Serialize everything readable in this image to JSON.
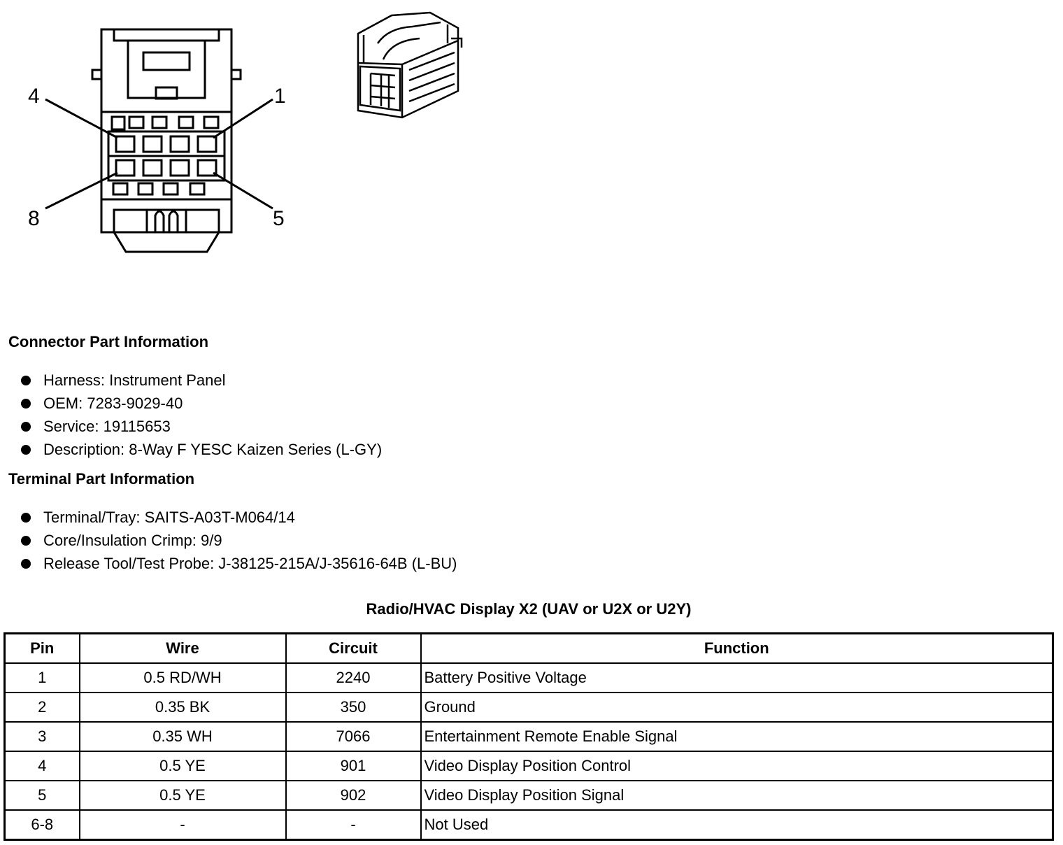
{
  "diagram": {
    "pin_labels": {
      "top_left": "4",
      "top_right": "1",
      "bottom_left": "8",
      "bottom_right": "5"
    }
  },
  "connector_info": {
    "title": "Connector Part Information",
    "items": [
      "Harness: Instrument Panel",
      "OEM: 7283-9029-40",
      "Service: 19115653",
      "Description: 8-Way F YESC Kaizen Series (L-GY)"
    ]
  },
  "terminal_info": {
    "title": "Terminal Part Information",
    "items": [
      "Terminal/Tray: SAITS-A03T-M064/14",
      "Core/Insulation Crimp: 9/9",
      "Release Tool/Test Probe: J-38125-215A/J-35616-64B (L-BU)"
    ]
  },
  "table": {
    "title": "Radio/HVAC Display X2 (UAV or U2X or U2Y)",
    "headers": [
      "Pin",
      "Wire",
      "Circuit",
      "Function"
    ],
    "rows": [
      [
        "1",
        "0.5 RD/WH",
        "2240",
        "Battery Positive Voltage"
      ],
      [
        "2",
        "0.35 BK",
        "350",
        "Ground"
      ],
      [
        "3",
        "0.35 WH",
        "7066",
        "Entertainment Remote Enable Signal"
      ],
      [
        "4",
        "0.5 YE",
        "901",
        "Video Display Position Control"
      ],
      [
        "5",
        "0.5 YE",
        "902",
        "Video Display Position Signal"
      ],
      [
        "6-8",
        "-",
        "-",
        "Not Used"
      ]
    ]
  }
}
